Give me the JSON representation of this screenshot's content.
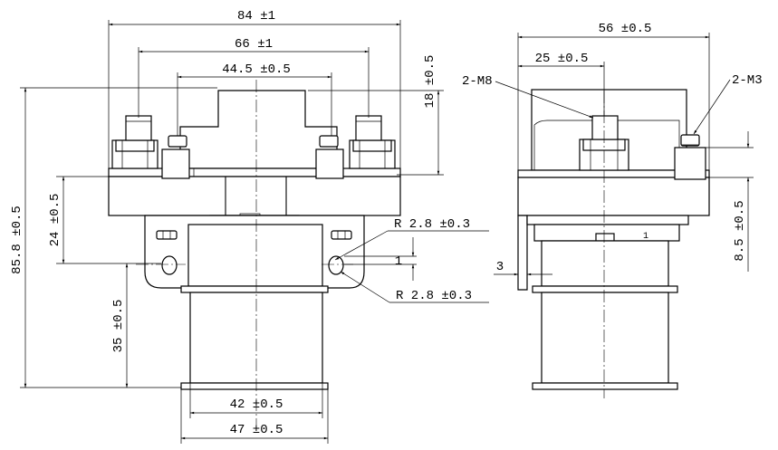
{
  "front_view": {
    "dim_width_overall": "84 ±1",
    "dim_terminal_spacing": "66 ±1",
    "dim_aux_spacing": "44.5 ±0.5",
    "dim_top_height": "18 ±0.5",
    "dim_total_height": "85.8 ±0.5",
    "dim_flange_height": "24 ±0.5",
    "dim_body_height": "35 ±0.5",
    "dim_hole_offset": "1",
    "dim_radius_upper": "R 2.8 ±0.3",
    "dim_radius_lower": "R 2.8 ±0.3",
    "dim_inner_base": "42 ±0.5",
    "dim_outer_base": "47 ±0.5"
  },
  "side_view": {
    "dim_width": "56 ±0.5",
    "dim_offset": "25 ±0.5",
    "label_main_thread": "2-M8",
    "label_aux_thread": "2-M3",
    "dim_right_height": "8.5 ±0.5",
    "dim_bracket_thickness": "3",
    "marking": "1"
  }
}
